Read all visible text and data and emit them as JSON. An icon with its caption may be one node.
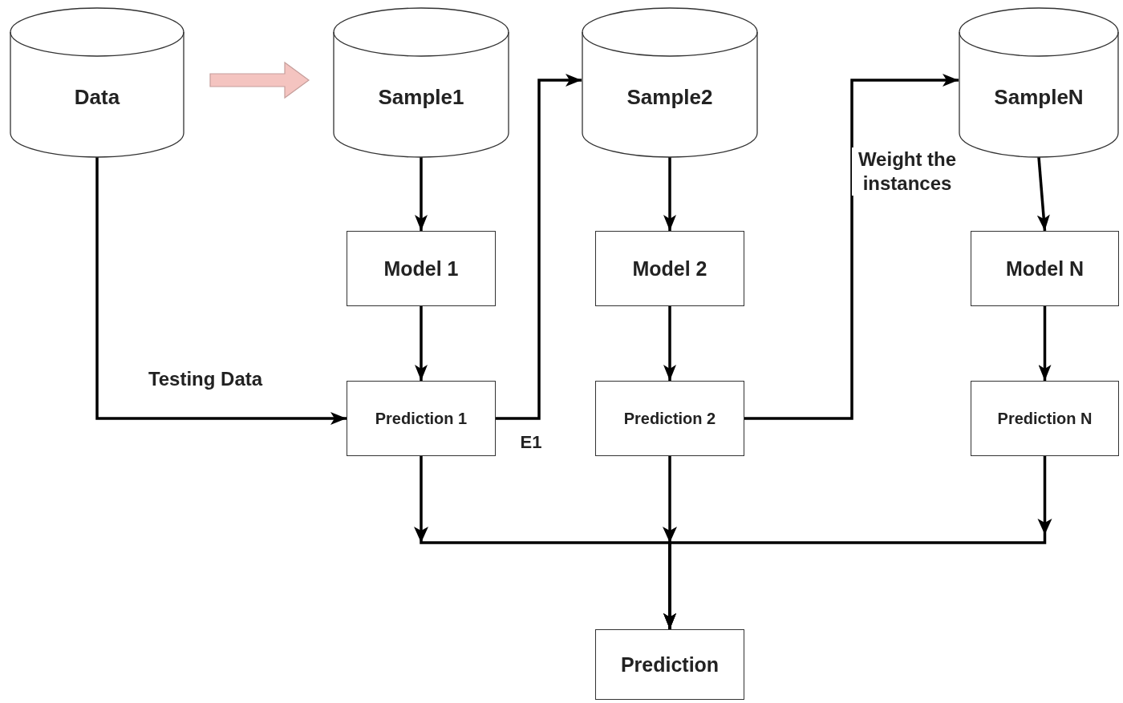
{
  "diagram": {
    "nodes": [
      {
        "text": [
          "Data"
        ]
      },
      {
        "text": [
          "Sample1"
        ]
      },
      {
        "text": [
          "Sample2"
        ]
      },
      {
        "text": [
          "SampleN"
        ]
      },
      {
        "text": [
          "Model 1"
        ]
      },
      {
        "text": [
          "Model 2"
        ]
      },
      {
        "text": [
          "Model N"
        ]
      },
      {
        "text": [
          "Prediction 1"
        ]
      },
      {
        "text": [
          "Prediction 2"
        ]
      },
      {
        "text": [
          "Prediction N"
        ]
      },
      {
        "text": [
          "Prediction"
        ]
      }
    ],
    "edges": [
      {
        "from": 0,
        "to": 1,
        "arrow": "to",
        "style": "thick",
        "color": "#f4c4c0"
      },
      {
        "from": 0,
        "to": 7,
        "arrow": "to",
        "label": "Testing Data"
      },
      {
        "from": 1,
        "to": 4,
        "arrow": "to"
      },
      {
        "from": 4,
        "to": 7,
        "arrow": "to"
      },
      {
        "from": 7,
        "to": 2,
        "arrow": "to",
        "label": "E1"
      },
      {
        "from": 2,
        "to": 5,
        "arrow": "to"
      },
      {
        "from": 5,
        "to": 8,
        "arrow": "to"
      },
      {
        "from": 8,
        "to": 3,
        "arrow": "to",
        "label": "Weight the instances"
      },
      {
        "from": 3,
        "to": 6,
        "arrow": "to"
      },
      {
        "from": 6,
        "to": 9,
        "arrow": "to"
      },
      {
        "from": 7,
        "to": 10,
        "arrow": "to"
      },
      {
        "from": 8,
        "to": 10,
        "arrow": "to"
      },
      {
        "from": 9,
        "to": 10,
        "arrow": "to"
      }
    ]
  }
}
